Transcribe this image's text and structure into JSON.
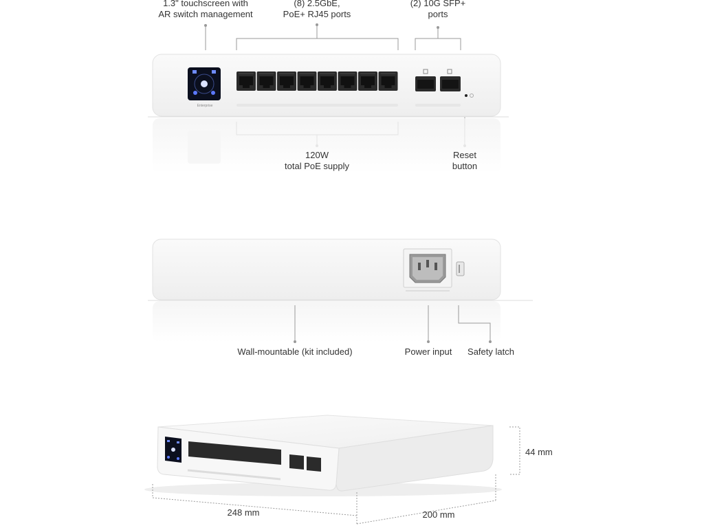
{
  "front_view": {
    "touchscreen_label": [
      "1.3\" touchscreen with",
      "AR switch management"
    ],
    "rj45_label": [
      "(8) 2.5GbE,",
      "PoE+ RJ45 ports"
    ],
    "sfp_label": [
      "(2) 10G SFP+",
      "ports"
    ],
    "poe_label": [
      "120W",
      "total PoE supply"
    ],
    "reset_label": [
      "Reset",
      "button"
    ],
    "brand_mark": "Enterprise"
  },
  "rear_view": {
    "wall_label": "Wall-mountable (kit included)",
    "power_label": "Power input",
    "latch_label": "Safety latch"
  },
  "dimensions": {
    "height": "44 mm",
    "width": "248 mm",
    "depth": "200 mm"
  }
}
